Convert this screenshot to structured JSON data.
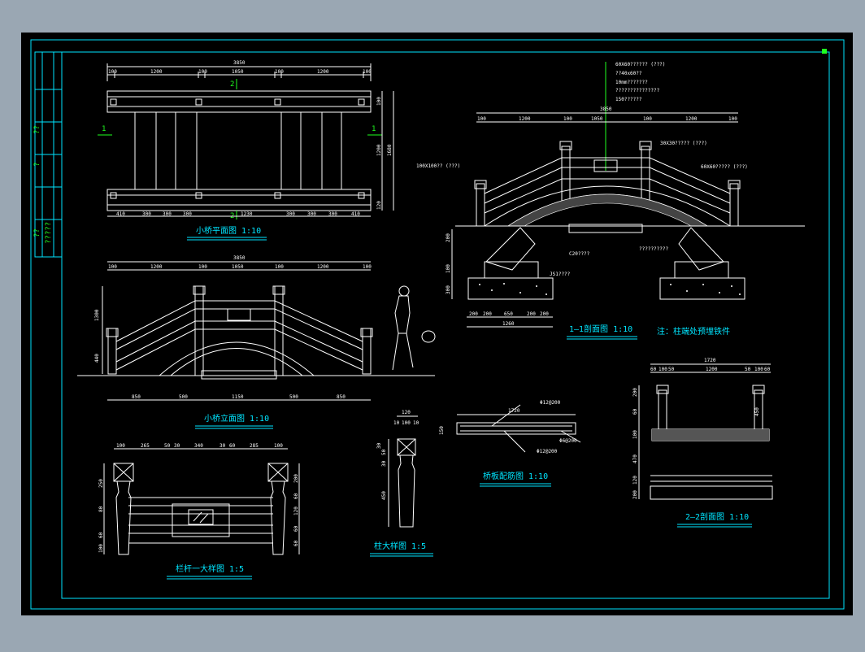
{
  "titles": {
    "plan": "小桥平面图 1:10",
    "elevation": "小桥立面图 1:10",
    "railing": "栏杆一大样图 1:5",
    "post": "柱大样图 1:5",
    "slab": "桥板配筋图 1:10",
    "section11": "1—1剖面图 1:10",
    "section22": "2—2剖面图 1:10"
  },
  "note": "注：柱端处预埋铁件",
  "plan": {
    "total": "3850",
    "top_dims": [
      "100",
      "1200",
      "100",
      "1050",
      "100",
      "1200",
      "100"
    ],
    "bottom_dims": [
      "410",
      "300",
      "300",
      "300",
      "1230",
      "300",
      "300",
      "300",
      "410"
    ],
    "side_dims": [
      "1200",
      "1680",
      "100",
      "120"
    ],
    "section_marks": [
      "1",
      "1",
      "2",
      "2"
    ]
  },
  "elevation": {
    "total": "3850",
    "top_dims": [
      "100",
      "1200",
      "100",
      "1050",
      "100",
      "1200",
      "100"
    ],
    "bottom_dims": [
      "850",
      "500",
      "1150",
      "500",
      "850"
    ],
    "side_dims": [
      "1300",
      "440"
    ]
  },
  "section11": {
    "total": "3850",
    "dims": [
      "100",
      "1200",
      "100",
      "1050",
      "100",
      "1200",
      "100"
    ],
    "callouts": [
      "60X60??????  (???)",
      "??40x60??",
      "10mm???????",
      "???????????????",
      "150??????"
    ],
    "labels": [
      "100X100??  (???)",
      "30X30?????  (???)",
      "60X60?????  (???)",
      "C20????",
      "JS1????",
      "??????????"
    ],
    "footing_dims": [
      "200",
      "200",
      "650",
      "200",
      "200"
    ],
    "footing_total": "1260",
    "left_dims": [
      "200",
      "100",
      "300"
    ]
  },
  "railing": {
    "top_dims": [
      "100",
      "265",
      "50",
      "30",
      "340",
      "30",
      "60",
      "285",
      "100"
    ],
    "left_dims": [
      "250",
      "80",
      "60",
      "100"
    ],
    "right_dims": [
      "200",
      "60",
      "120",
      "60",
      "60"
    ]
  },
  "post": {
    "top_dims": [
      "120",
      "10",
      "100",
      "10"
    ],
    "left_dims": [
      "50",
      "30",
      "30",
      "450"
    ]
  },
  "slab": {
    "length": "1720",
    "thickness": "150",
    "rebar": [
      "Φ12@200",
      "Φ6@200",
      "Φ12@200"
    ]
  },
  "section22": {
    "total": "1720",
    "dims": [
      "60",
      "100",
      "50",
      "1200",
      "50",
      "100",
      "60"
    ],
    "left_dims": [
      "200",
      "60",
      "100",
      "470",
      "120",
      "200"
    ],
    "inner_dim": "450"
  },
  "title_block": {
    "cells": [
      "??",
      "?",
      "??",
      "?????"
    ]
  }
}
